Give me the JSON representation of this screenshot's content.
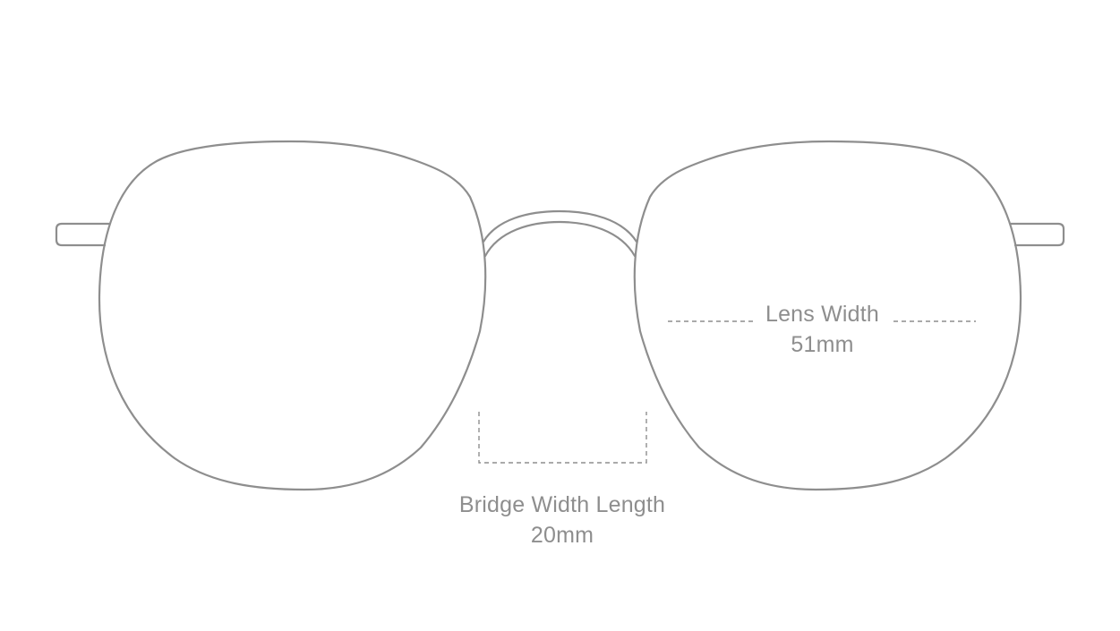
{
  "measurements": {
    "lens_width": {
      "label": "Lens Width",
      "value": "51mm"
    },
    "bridge_width": {
      "label": "Bridge Width Length",
      "value": "20mm"
    }
  },
  "colors": {
    "line": "#8e8e8e",
    "background": "#ffffff"
  }
}
